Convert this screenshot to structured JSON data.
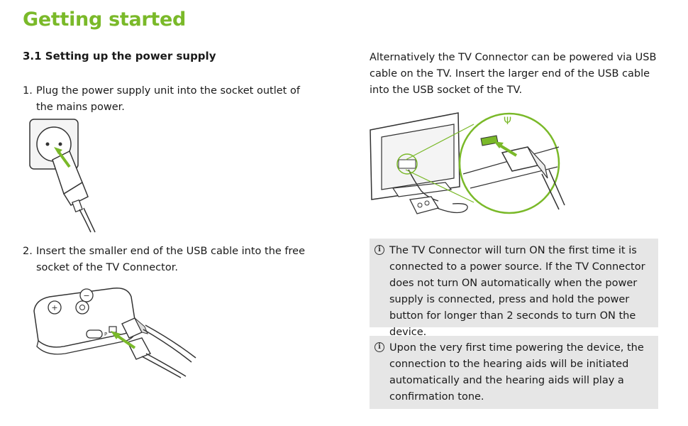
{
  "page": {
    "title": "Getting started",
    "section_heading": "3.1 Setting up the power supply"
  },
  "steps": [
    {
      "number": "1.",
      "text": "Plug the power supply unit into the socket outlet of the mains power."
    },
    {
      "number": "2.",
      "text": "Insert the smaller end of the USB cable into the free socket of the TV Connector."
    }
  ],
  "alternative": {
    "text": "Alternatively the TV Connector can be powered via USB cable on the TV. Insert the larger end of the USB cable into the USB socket of the TV."
  },
  "notes": [
    {
      "icon": "info-icon",
      "glyph": "i",
      "text": "The TV Connector will turn ON the first time it is connected to a power source. If the TV Connector does not turn ON automatically when the power supply is connected, press and hold the power button for longer than 2 seconds to turn ON the device."
    },
    {
      "icon": "info-icon",
      "glyph": "i",
      "text": "Upon the very first time powering the device, the connection to the hearing aids will be initiated automatically and the hearing aids will play a confirmation tone."
    }
  ],
  "illustrations": {
    "device_label": "P",
    "usb_symbol": "Ψ"
  },
  "colors": {
    "accent_green": "#7ab929",
    "note_background": "#e6e6e6",
    "text": "#1a1a1a"
  }
}
